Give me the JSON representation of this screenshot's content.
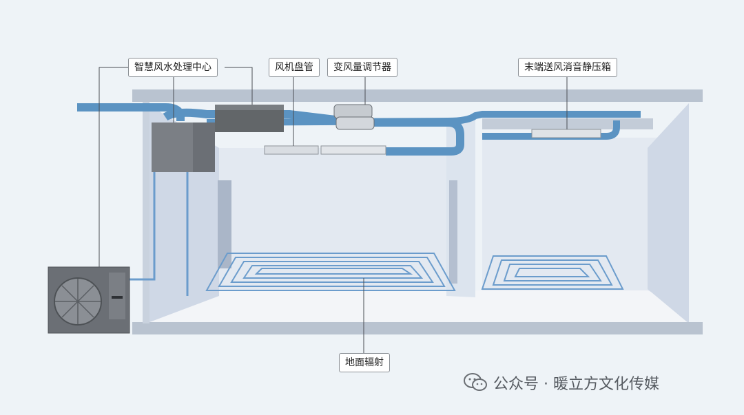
{
  "labels": {
    "center": "智慧风水处理中心",
    "fcu": "风机盘管",
    "vav": "变风量调节器",
    "plenum": "末端送风消音静压箱",
    "floor": "地面辐射"
  },
  "watermark": {
    "text": "公众号 · 暖立方文化传媒",
    "icon": "wechat-icon"
  },
  "colors": {
    "duct": "#5b93c2",
    "pipe": "#6b9ccc",
    "wall": "#d6deea",
    "unit": "#6b6f75",
    "background": "#eef3f7"
  }
}
